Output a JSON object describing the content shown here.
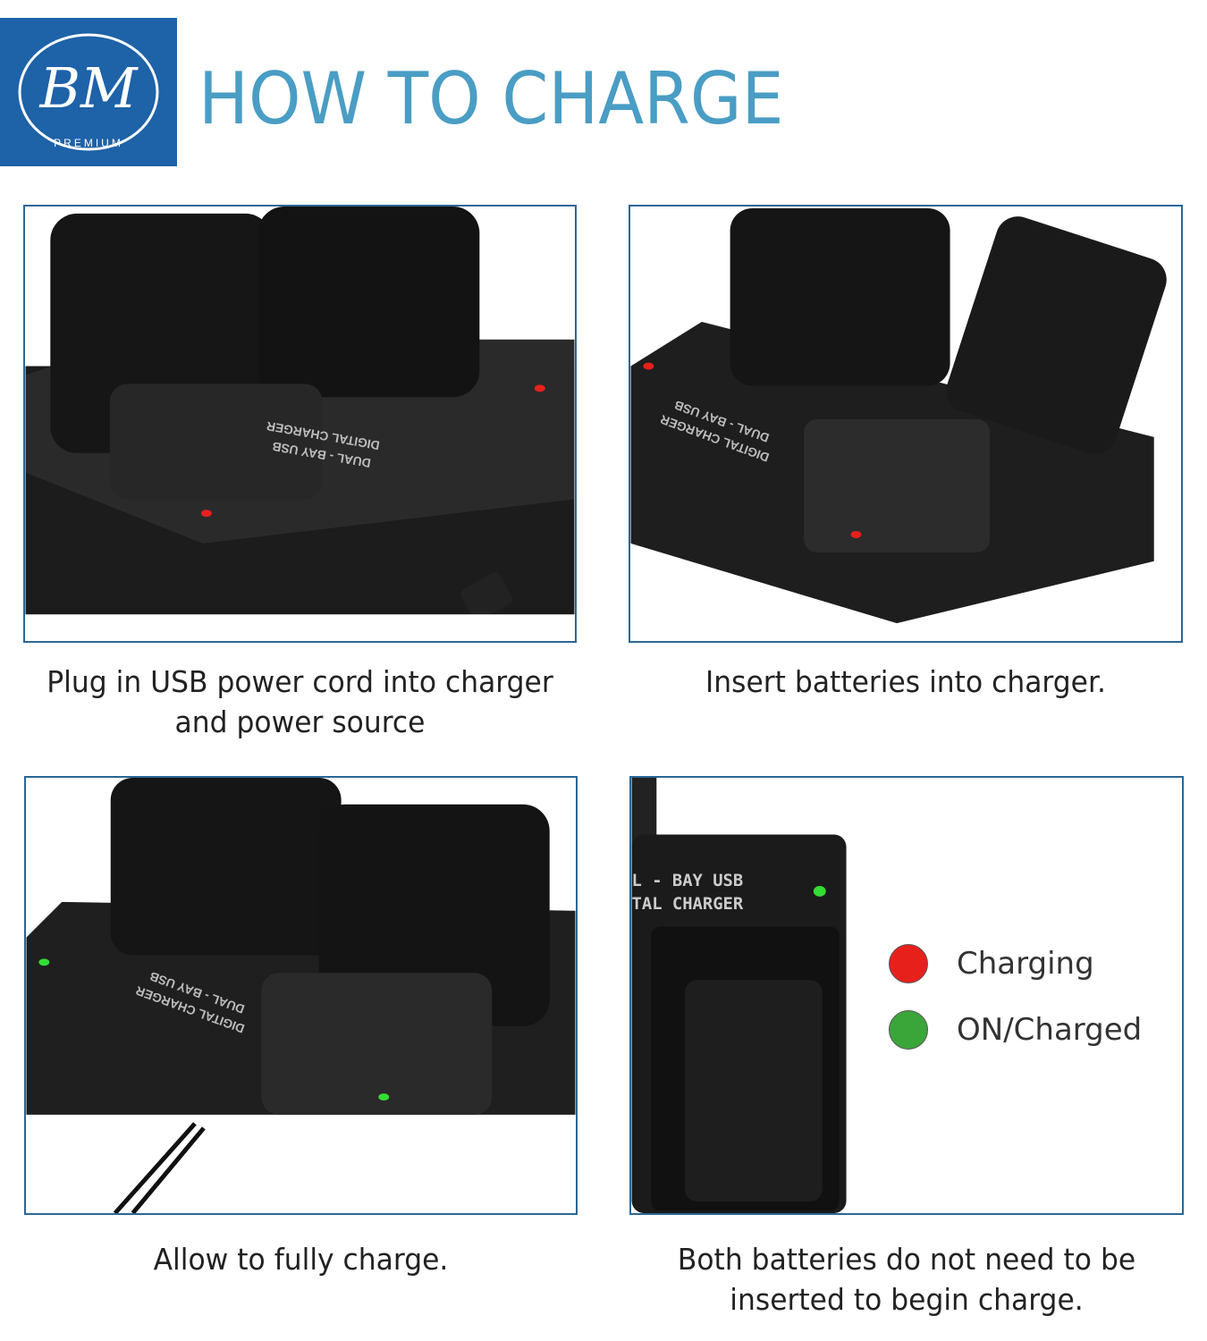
{
  "header": {
    "logo": {
      "monogram": "BM",
      "subtitle": "PREMIUM"
    },
    "title": "HOW TO CHARGE"
  },
  "steps": [
    {
      "caption_line1": "Plug in USB power cord into charger",
      "caption_line2": "and power source"
    },
    {
      "caption_line1": "Insert batteries into charger.",
      "caption_line2": ""
    },
    {
      "caption_line1": "Allow to fully charge.",
      "caption_line2": ""
    },
    {
      "caption_line1": "Both batteries do not need to be",
      "caption_line2": "inserted to begin charge."
    }
  ],
  "charger_label": {
    "line1": "DUAL - BAY USB",
    "line2": "DIGITAL CHARGER",
    "partial_line1": "L - BAY USB",
    "partial_line2": "TAL CHARGER"
  },
  "legend": [
    {
      "label": "Charging",
      "color": "#e8201c"
    },
    {
      "label": "ON/Charged",
      "color": "#3aa63a"
    }
  ],
  "colors": {
    "brand_blue": "#1e62a8",
    "title_blue": "#4a9dc4",
    "frame": "#2a6796"
  }
}
